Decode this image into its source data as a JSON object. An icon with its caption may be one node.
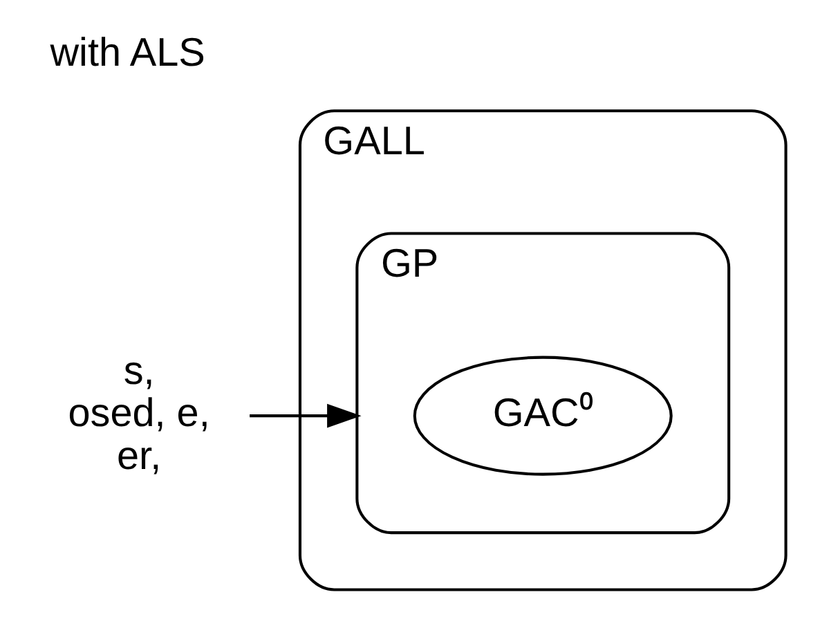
{
  "diagram": {
    "title": "with ALS",
    "nodes": [
      {
        "text": [
          "GALL"
        ]
      },
      {
        "text": [
          "GP"
        ],
        "in": 0
      },
      {
        "text": [
          "GAC⁰"
        ],
        "in": 1
      },
      {
        "text": [
          "s,",
          "osed, e,",
          "er,"
        ]
      }
    ],
    "edges": [
      {
        "from": 3,
        "to": 1,
        "arrow": "to"
      }
    ]
  }
}
